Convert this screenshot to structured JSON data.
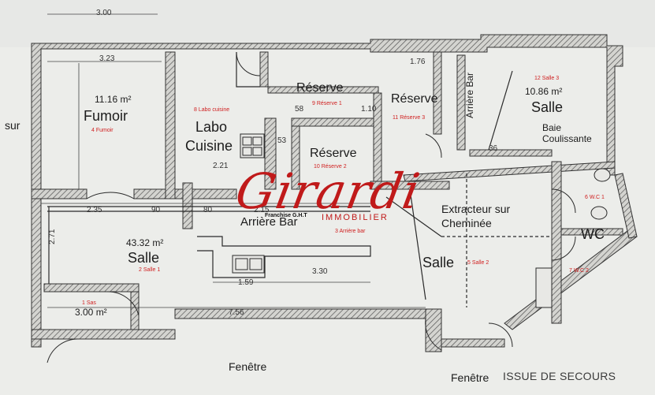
{
  "rooms": {
    "fumoir": {
      "name": "Fumoir",
      "area": "11.16 m²",
      "red": "4 Fumoir"
    },
    "labo": {
      "name_line1": "Labo",
      "name_line2": "Cuisine",
      "red": "8 Labo cuisine"
    },
    "reserve1": {
      "name": "Réserve",
      "red": "9 Réserve 1"
    },
    "reserve3": {
      "name": "Réserve",
      "red": "11 Réserve 3"
    },
    "reserve2": {
      "name": "Réserve",
      "red": "10 Réserve 2"
    },
    "salle3": {
      "name": "Salle",
      "area": "10.86 m²",
      "red": "12 Salle 3"
    },
    "arriere_bar_side": {
      "name": "Arrière Bar"
    },
    "baie": {
      "line1": "Baie",
      "line2": "Coulissante"
    },
    "arriere_bar": {
      "name": "Arrière Bar",
      "red": "3 Arrière bar"
    },
    "salle1": {
      "name": "Salle",
      "area": "43.32 m²",
      "red": "2 Salle 1"
    },
    "extracteur": {
      "line1": "Extracteur sur",
      "line2": "Cheminée"
    },
    "salle2": {
      "name": "Salle",
      "red": "5 Salle 2"
    },
    "wc": {
      "name": "WC",
      "red1": "6 W.C 1",
      "red2": "7 W.C 2"
    },
    "sas": {
      "area": "3.00 m²",
      "red": "1 Sas"
    }
  },
  "dimensions": [
    "3.00",
    "3.23",
    "1.76",
    "2.21",
    "58",
    "1.10",
    "53",
    "2.35",
    "90",
    "80",
    "2.15",
    "1.59",
    "3.30",
    "7.56",
    "2.71",
    "36"
  ],
  "side_text": "sur",
  "windows": [
    "Fenêtre",
    "Fenêtre"
  ],
  "emergency_exit": "ISSUE DE SECOURS",
  "watermark": {
    "name": "Girardi",
    "subtitle": "IMMOBILIER",
    "franchise": "Franchise G.H.T"
  },
  "colors": {
    "walls": "#4a4a4a",
    "paper": "#ecedea",
    "brand_red": "#c01a1a",
    "label_red": "#d02020"
  }
}
